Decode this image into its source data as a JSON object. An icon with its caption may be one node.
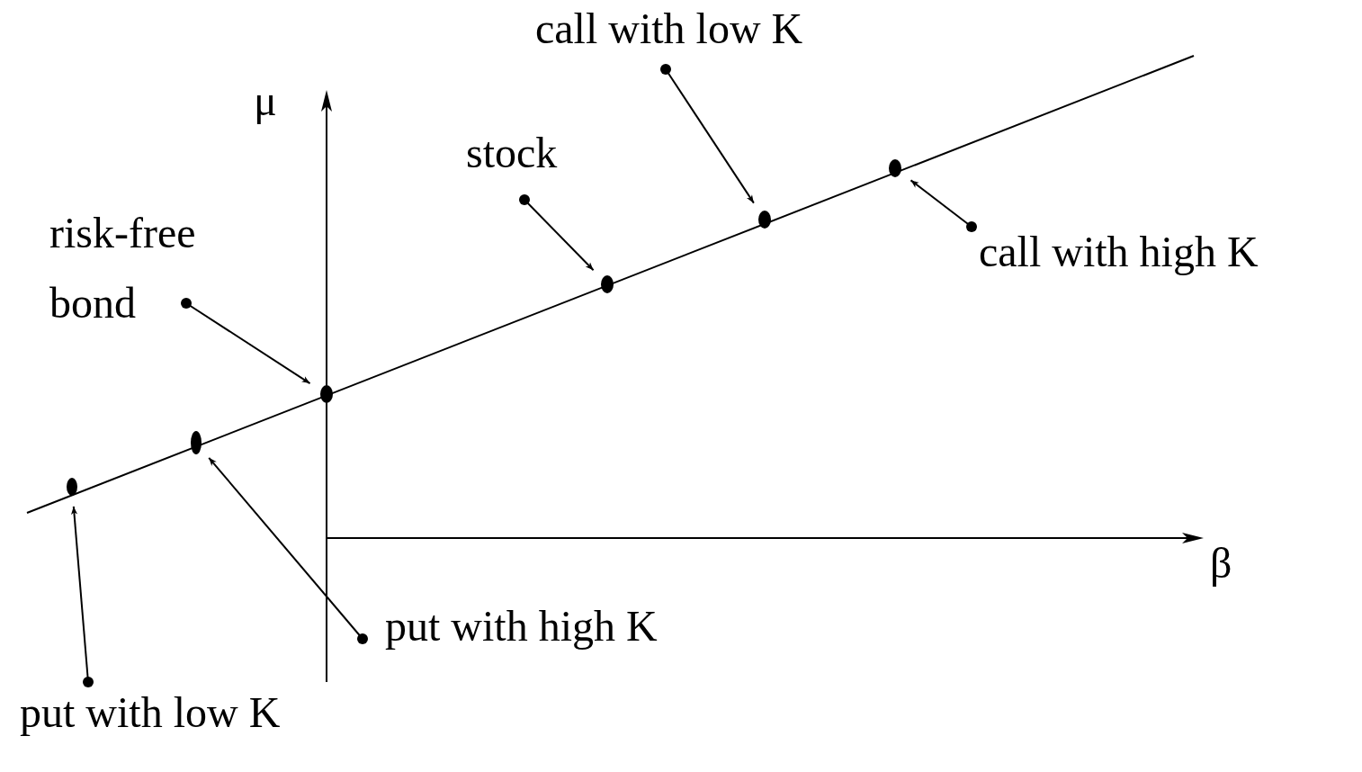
{
  "diagram": {
    "nodes": [
      {
        "text": [
          "call with low K"
        ]
      },
      {
        "text": [
          "stock"
        ]
      },
      {
        "text": [
          "risk-free bond"
        ]
      },
      {
        "text": [
          "call with high K"
        ]
      },
      {
        "text": [
          "put with high K"
        ]
      },
      {
        "text": [
          "put with low K"
        ]
      },
      {
        "text": [],
        "shape": "circle"
      },
      {
        "text": [],
        "shape": "circle"
      },
      {
        "text": [],
        "shape": "circle"
      },
      {
        "text": [],
        "shape": "circle"
      },
      {
        "text": [],
        "shape": "circle"
      },
      {
        "text": [],
        "shape": "circle"
      }
    ],
    "edges": [
      {
        "from": 0,
        "to": 10,
        "arrow": "to"
      },
      {
        "from": 1,
        "to": 9,
        "arrow": "to"
      },
      {
        "from": 2,
        "to": 8,
        "arrow": "to"
      },
      {
        "from": 3,
        "to": 11,
        "arrow": "to"
      },
      {
        "from": 4,
        "to": 7,
        "arrow": "to"
      },
      {
        "from": 5,
        "to": 6,
        "arrow": "to"
      }
    ],
    "labels": [
      "μ",
      "β"
    ]
  }
}
